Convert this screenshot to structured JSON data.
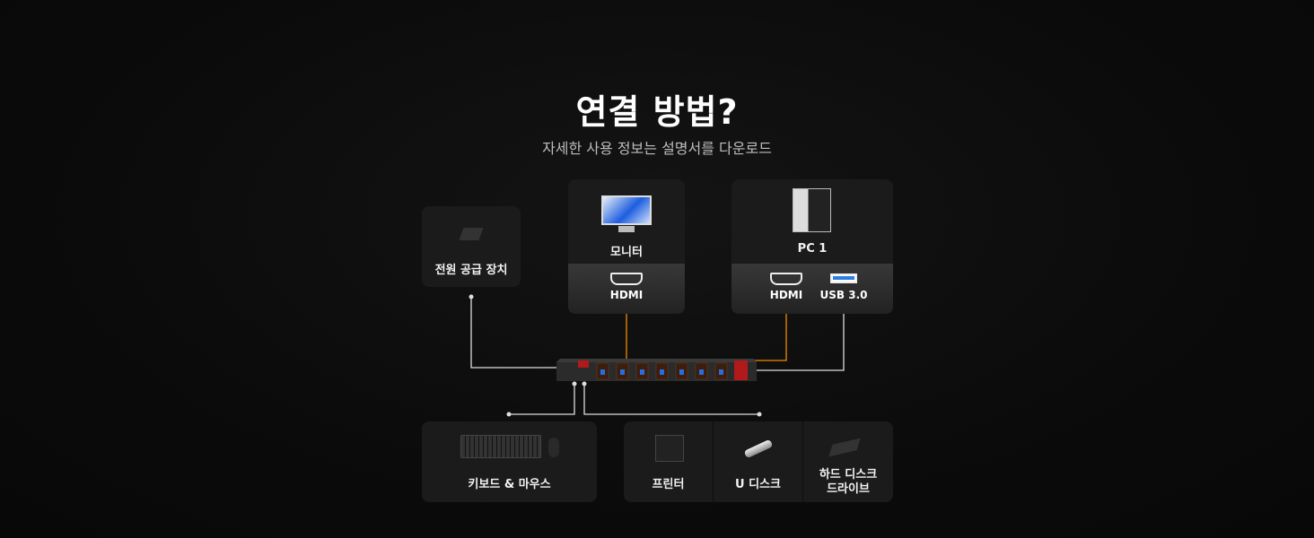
{
  "header": {
    "title": "연결 방법?",
    "subtitle": "자세한 사용 정보는 설명서를 다운로드"
  },
  "power": {
    "label": "전원 공급 장치"
  },
  "monitor": {
    "label": "모니터",
    "port": "HDMI"
  },
  "pc": {
    "label": "PC 1",
    "ports": [
      "HDMI",
      "USB 3.0"
    ]
  },
  "peripherals": {
    "keyboard": "키보드 & 마우스",
    "printer": "프린터",
    "udisk": "U 디스크",
    "hdd": "하드 디스크\n드라이브"
  },
  "colors": {
    "accent": "#f08a00",
    "line": "#dddddd"
  }
}
